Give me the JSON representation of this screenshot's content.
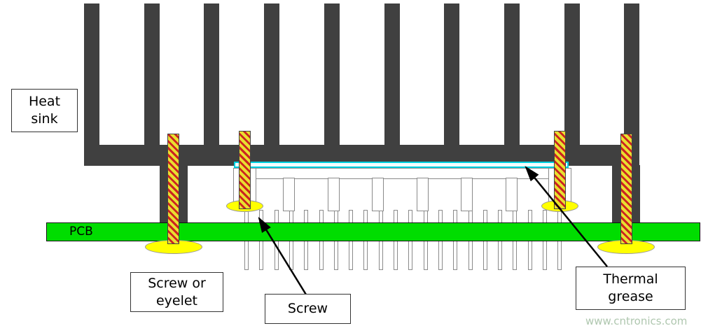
{
  "diagram": {
    "labels": {
      "heat_sink": "Heat sink",
      "pcb": "PCB",
      "screw_or_eyelet": "Screw or eyelet",
      "screw": "Screw",
      "thermal_grease": "Thermal grease"
    },
    "watermark": "www.cntronics.com",
    "colors": {
      "heatsink_gray": "#404040",
      "pcb_green": "#00dd00",
      "screw_yellow": "#e8e030",
      "hatch_red": "#cc2222",
      "eyelet_yellow": "#ffff00",
      "thermal_grease_cyan": "#00d0e0",
      "watermark_green": "#afc7af"
    },
    "structure": {
      "fin_count": 10,
      "screw_count": 4,
      "lead_count": 6,
      "pin_count": 22
    }
  }
}
